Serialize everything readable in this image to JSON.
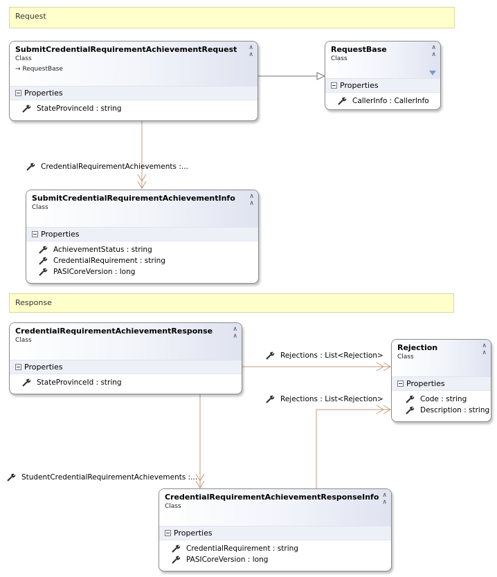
{
  "sections": {
    "request": "Request",
    "response": "Response"
  },
  "classes": {
    "submit_request": {
      "name": "SubmitCredentialRequirementAchievementRequest",
      "kind": "Class",
      "base": "RequestBase",
      "section_label": "Properties",
      "props": [
        "StateProvinceId : string"
      ]
    },
    "request_base": {
      "name": "RequestBase",
      "kind": "Class",
      "section_label": "Properties",
      "props": [
        "CallerInfo : CallerInfo"
      ]
    },
    "submit_info": {
      "name": "SubmitCredentialRequirementAchievementInfo",
      "kind": "Class",
      "section_label": "Properties",
      "props": [
        "AchievementStatus : string",
        "CredentialRequirement : string",
        "PASICoreVersion : long"
      ]
    },
    "response": {
      "name": "CredentialRequirementAchievementResponse",
      "kind": "Class",
      "section_label": "Properties",
      "props": [
        "StateProvinceId : string"
      ]
    },
    "rejection": {
      "name": "Rejection",
      "kind": "Class",
      "section_label": "Properties",
      "props": [
        "Code : string",
        "Description : string"
      ]
    },
    "response_info": {
      "name": "CredentialRequirementAchievementResponseInfo",
      "kind": "Class",
      "section_label": "Properties",
      "props": [
        "CredentialRequirement : string",
        "PASICoreVersion : long"
      ]
    }
  },
  "associations": {
    "credential_requirement_achievements": "CredentialRequirementAchievements :...",
    "rejections_1": "Rejections : List<Rejection>",
    "rejections_2": "Rejections : List<Rejection>",
    "student_credential_requirement_achievements": "StudentCredentialRequirementAchievements :..."
  },
  "colors": {
    "association_line": "#c49a78",
    "inheritance_line": "#707070",
    "section_fill": "#ffffcc"
  }
}
